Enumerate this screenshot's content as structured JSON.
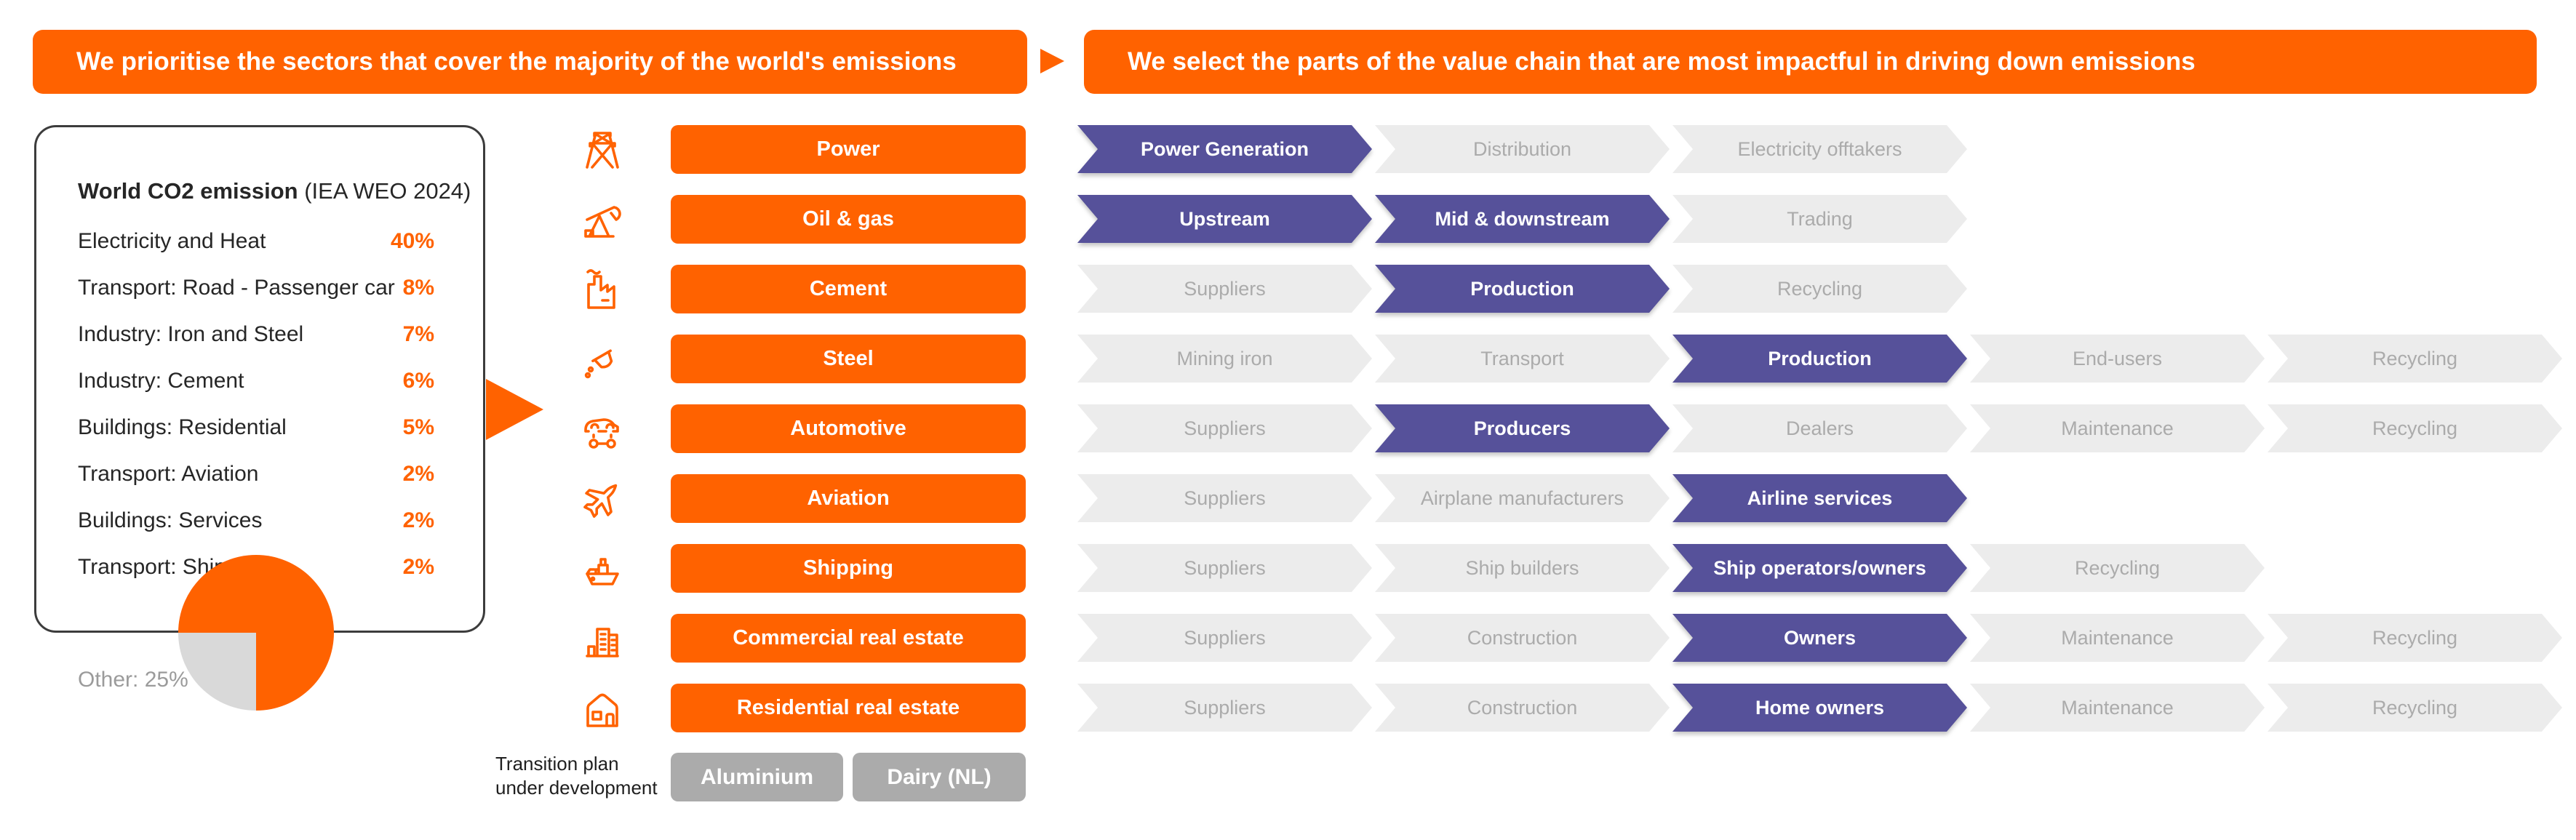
{
  "colors": {
    "orange": "#FF6200",
    "purple": "#56519A",
    "chevron-gray": "#ECECEC",
    "chevron-text": "#ABABAB",
    "button-gray": "#ABABAB",
    "pie-gray": "#D9D9D9",
    "text-dark": "#262626",
    "muted": "#9B9B9B",
    "border": "#3C3C3C"
  },
  "banners": {
    "left": "We prioritise the sectors that cover the majority of the world's emissions",
    "right": "We select the parts of the value chain that are most impactful in driving down emissions"
  },
  "co2_box": {
    "title_bold": "World CO2 emission",
    "title_note": "(IEA WEO 2024)",
    "items": [
      {
        "label": "Electricity and Heat",
        "value": "40%"
      },
      {
        "label": "Transport: Road - Passenger car",
        "value": "8%"
      },
      {
        "label": "Industry: Iron and Steel",
        "value": "7%"
      },
      {
        "label": "Industry: Cement",
        "value": "6%"
      },
      {
        "label": "Buildings: Residential",
        "value": "5%"
      },
      {
        "label": "Transport: Aviation",
        "value": "2%"
      },
      {
        "label": "Buildings: Services",
        "value": "2%"
      },
      {
        "label": "Transport: Shipping",
        "value": "2%"
      }
    ],
    "other_label": "Other: 25%"
  },
  "chart_data": {
    "type": "pie",
    "title": "World CO2 emission (IEA WEO 2024)",
    "categories": [
      "Electricity and Heat",
      "Transport: Road - Passenger car",
      "Industry: Iron and Steel",
      "Industry: Cement",
      "Buildings: Residential",
      "Transport: Aviation",
      "Buildings: Services",
      "Transport: Shipping",
      "Other"
    ],
    "values": [
      40,
      8,
      7,
      6,
      5,
      2,
      2,
      2,
      25
    ],
    "slice_colors": {
      "covered_sectors": "#FF6200",
      "other": "#D9D9D9"
    },
    "note": "Pie rendered as 75% orange vs 25% grey (Other)"
  },
  "sectors": [
    {
      "label": "Power",
      "icon": "power-tower-icon"
    },
    {
      "label": "Oil & gas",
      "icon": "oil-pump-icon"
    },
    {
      "label": "Cement",
      "icon": "cement-factory-icon"
    },
    {
      "label": "Steel",
      "icon": "steel-ladle-icon"
    },
    {
      "label": "Automotive",
      "icon": "car-icon"
    },
    {
      "label": "Aviation",
      "icon": "plane-icon"
    },
    {
      "label": "Shipping",
      "icon": "ship-icon"
    },
    {
      "label": "Commercial real estate",
      "icon": "office-buildings-icon"
    },
    {
      "label": "Residential real estate",
      "icon": "house-icon"
    }
  ],
  "chains": [
    {
      "sector": "Power",
      "steps": [
        {
          "label": "Power Generation",
          "highlight": true
        },
        {
          "label": "Distribution",
          "highlight": false
        },
        {
          "label": "Electricity offtakers",
          "highlight": false
        }
      ]
    },
    {
      "sector": "Oil & gas",
      "steps": [
        {
          "label": "Upstream",
          "highlight": true
        },
        {
          "label": "Mid & downstream",
          "highlight": true
        },
        {
          "label": "Trading",
          "highlight": false
        }
      ]
    },
    {
      "sector": "Cement",
      "steps": [
        {
          "label": "Suppliers",
          "highlight": false
        },
        {
          "label": "Production",
          "highlight": true
        },
        {
          "label": "Recycling",
          "highlight": false
        }
      ]
    },
    {
      "sector": "Steel",
      "steps": [
        {
          "label": "Mining iron",
          "highlight": false
        },
        {
          "label": "Transport",
          "highlight": false
        },
        {
          "label": "Production",
          "highlight": true
        },
        {
          "label": "End-users",
          "highlight": false
        },
        {
          "label": "Recycling",
          "highlight": false
        }
      ]
    },
    {
      "sector": "Automotive",
      "steps": [
        {
          "label": "Suppliers",
          "highlight": false
        },
        {
          "label": "Producers",
          "highlight": true
        },
        {
          "label": "Dealers",
          "highlight": false
        },
        {
          "label": "Maintenance",
          "highlight": false
        },
        {
          "label": "Recycling",
          "highlight": false
        }
      ]
    },
    {
      "sector": "Aviation",
      "steps": [
        {
          "label": "Suppliers",
          "highlight": false
        },
        {
          "label": "Airplane manufacturers",
          "highlight": false
        },
        {
          "label": "Airline services",
          "highlight": true
        }
      ]
    },
    {
      "sector": "Shipping",
      "steps": [
        {
          "label": "Suppliers",
          "highlight": false
        },
        {
          "label": "Ship builders",
          "highlight": false
        },
        {
          "label": "Ship operators/owners",
          "highlight": true
        },
        {
          "label": "Recycling",
          "highlight": false
        }
      ]
    },
    {
      "sector": "Commercial real estate",
      "steps": [
        {
          "label": "Suppliers",
          "highlight": false
        },
        {
          "label": "Construction",
          "highlight": false
        },
        {
          "label": "Owners",
          "highlight": true
        },
        {
          "label": "Maintenance",
          "highlight": false
        },
        {
          "label": "Recycling",
          "highlight": false
        }
      ]
    },
    {
      "sector": "Residential real estate",
      "steps": [
        {
          "label": "Suppliers",
          "highlight": false
        },
        {
          "label": "Construction",
          "highlight": false
        },
        {
          "label": "Home owners",
          "highlight": true
        },
        {
          "label": "Maintenance",
          "highlight": false
        },
        {
          "label": "Recycling",
          "highlight": false
        }
      ]
    }
  ],
  "dev": {
    "note_line1": "Transition plan",
    "note_line2": "under development",
    "buttons": [
      "Aluminium",
      "Dairy (NL)"
    ]
  }
}
